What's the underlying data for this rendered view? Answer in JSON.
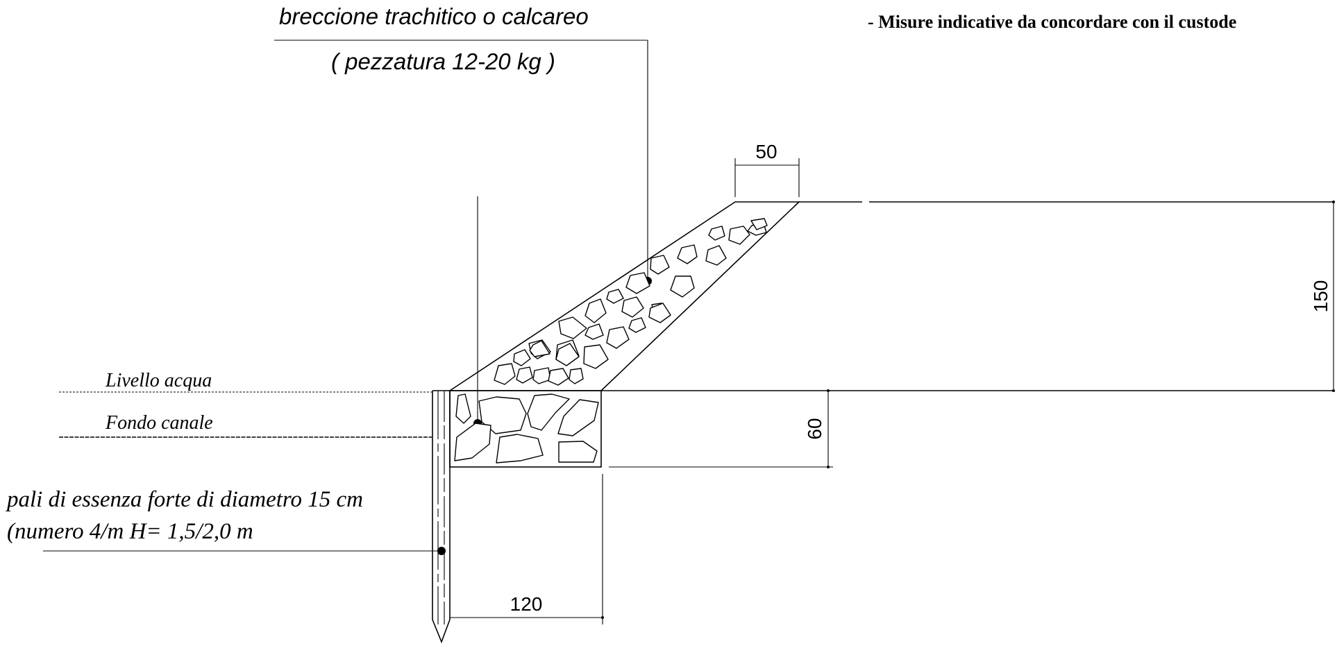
{
  "labels": {
    "material_line1": "breccione trachitico o calcareo",
    "material_line2": "( pezzatura 12-20 kg )",
    "note": "- Misure indicative da concordare con il custode",
    "water_level": "Livello  acqua",
    "canal_bottom": "Fondo canale",
    "piles_line1": "pali di essenza forte di diametro 15 cm",
    "piles_line2": "(numero 4/m  H= 1,5/2,0 m"
  },
  "dimensions": {
    "crest_width": "50",
    "slope_height": "150",
    "base_height": "60",
    "base_width": "120"
  },
  "colors": {
    "ink": "#000000",
    "background": "#ffffff"
  }
}
